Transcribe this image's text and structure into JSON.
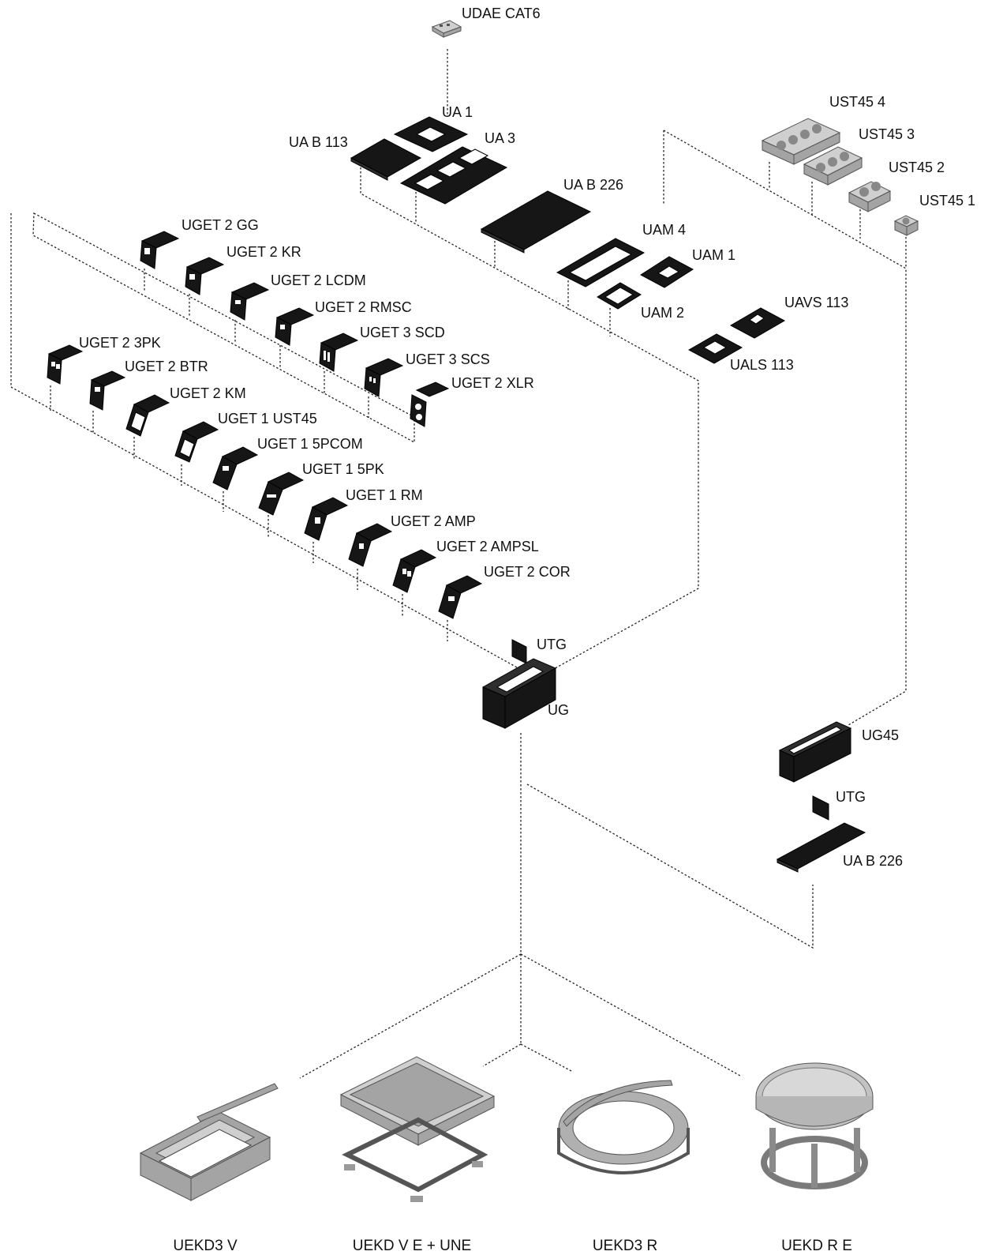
{
  "colors": {
    "line": "#222222",
    "part_dark": "#161616",
    "part_grey": "#9a9a9a",
    "part_light": "#c8c8c8"
  },
  "labels": {
    "udae_cat6": "UDAE CAT6",
    "ua_1": "UA 1",
    "ua_b_113": "UA B 113",
    "ua_3": "UA 3",
    "ua_b_226_top": "UA B 226",
    "ust45_4": "UST45 4",
    "ust45_3": "UST45 3",
    "ust45_2": "UST45 2",
    "ust45_1": "UST45 1",
    "uam_4": "UAM 4",
    "uam_1": "UAM 1",
    "uam_2": "UAM 2",
    "uavs_113": "UAVS 113",
    "uals_113": "UALS 113",
    "uget_2_gg": "UGET 2 GG",
    "uget_2_kr": "UGET 2 KR",
    "uget_2_lcdm": "UGET 2 LCDM",
    "uget_2_rmsc": "UGET 2 RMSC",
    "uget_3_scd": "UGET 3 SCD",
    "uget_3_scs": "UGET 3 SCS",
    "uget_2_xlr": "UGET 2 XLR",
    "uget_2_3pk": "UGET 2 3PK",
    "uget_2_btr": "UGET 2 BTR",
    "uget_2_km": "UGET 2 KM",
    "uget_1_ust45": "UGET 1 UST45",
    "uget_1_5pcom": "UGET 1 5PCOM",
    "uget_1_5pk": "UGET 1 5PK",
    "uget_1_rm": "UGET 1 RM",
    "uget_2_amp": "UGET 2 AMP",
    "uget_2_ampsl": "UGET 2 AMPSL",
    "uget_2_cor": "UGET 2 COR",
    "utg_center": "UTG",
    "ug": "UG",
    "ug45": "UG45",
    "utg_right": "UTG",
    "ua_b_226_bottom": "UA B 226"
  },
  "bottom_labels": {
    "uekd3_v": "UEKD3 V",
    "uekd_v_e_une": "UEKD V E + UNE",
    "uekd3_r": "UEKD3 R",
    "uekd_r_e": "UEKD R E"
  }
}
